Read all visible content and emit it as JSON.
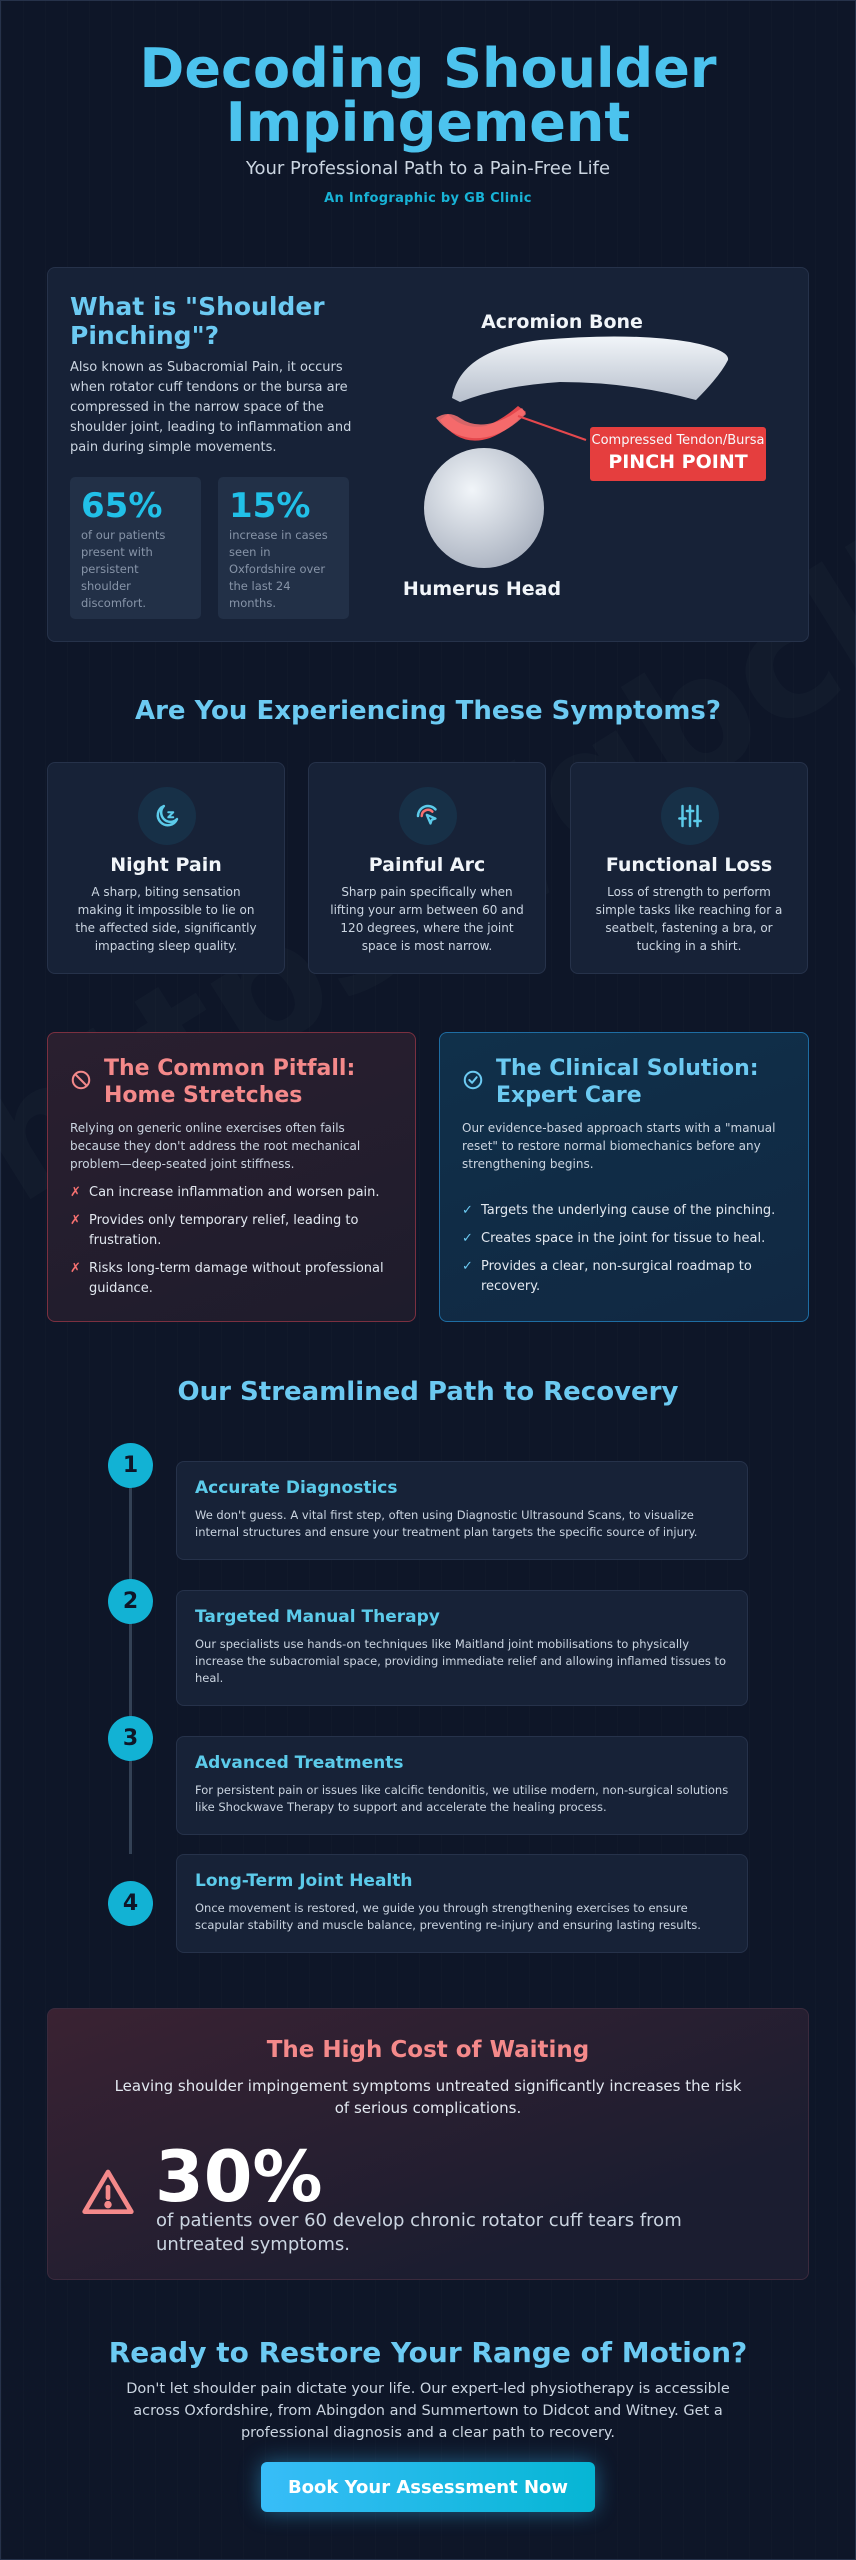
{
  "header": {
    "title_line1": "Decoding Shoulder",
    "title_line2": "Impingement",
    "subtitle": "Your Professional Path to a Pain-Free Life",
    "byline": "An Infographic by GB Clinic"
  },
  "watermark": "https://gbclinic.co.uk",
  "what": {
    "title": "What is \"Shoulder Pinching\"?",
    "description": "Also known as Subacromial Pain, it occurs when rotator cuff tendons or the bursa are compressed in the narrow space of the shoulder joint, leading to inflammation and pain during simple movements.",
    "stats": [
      {
        "value": "65%",
        "text": "of our patients present with persistent shoulder discomfort."
      },
      {
        "value": "15%",
        "text": "increase in cases seen in Oxfordshire over the last 24 months."
      }
    ],
    "diagram": {
      "acromion_label": "Acromion Bone",
      "tendon_label": "Compressed Tendon/Bursa",
      "pinch_label": "PINCH POINT",
      "humerus_label": "Humerus Head"
    }
  },
  "symptoms": {
    "title": "Are You Experiencing These Symptoms?",
    "items": [
      {
        "icon": "moon-icon",
        "title": "Night Pain",
        "description": "A sharp, biting sensation making it impossible to lie on the affected side, significantly impacting sleep quality."
      },
      {
        "icon": "arc-pointer-icon",
        "title": "Painful Arc",
        "description": "Sharp pain specifically when lifting your arm between 60 and 120 degrees, where the joint space is most narrow."
      },
      {
        "icon": "sliders-icon",
        "title": "Functional Loss",
        "description": "Loss of strength to perform simple tasks like reaching for a seatbelt, fastening a bra, or tucking in a shirt."
      }
    ]
  },
  "pitfall": {
    "icon": "ban-icon",
    "title": "The Common Pitfall: Home Stretches",
    "description": "Relying on generic online exercises often fails because they don't address the root mechanical problem—deep-seated joint stiffness.",
    "mark": "✗",
    "items": [
      "Can increase inflammation and worsen pain.",
      "Provides only temporary relief, leading to frustration.",
      "Risks long-term damage without professional guidance."
    ],
    "accent": "#f4898a"
  },
  "solution": {
    "icon": "check-circle-icon",
    "title": "The Clinical Solution: Expert Care",
    "description": "Our evidence-based approach starts with a \"manual reset\" to restore normal biomechanics before any strengthening begins.",
    "mark": "✓",
    "items": [
      "Targets the underlying cause of the pinching.",
      "Creates space in the joint for tissue to heal.",
      "Provides a clear, non-surgical roadmap to recovery."
    ],
    "accent": "#6ccaf2"
  },
  "path": {
    "title": "Our Streamlined Path to Recovery",
    "steps": [
      {
        "number": "1",
        "title": "Accurate Diagnostics",
        "description": "We don't guess. A vital first step, often using Diagnostic Ultrasound Scans, to visualize internal structures and ensure your treatment plan targets the specific source of injury."
      },
      {
        "number": "2",
        "title": "Targeted Manual Therapy",
        "description": "Our specialists use hands-on techniques like Maitland joint mobilisations to physically increase the subacromial space, providing immediate relief and allowing inflamed tissues to heal."
      },
      {
        "number": "3",
        "title": "Advanced Treatments",
        "description": "For persistent pain or issues like calcific tendonitis, we utilise modern, non-surgical solutions like Shockwave Therapy to support and accelerate the healing process."
      },
      {
        "number": "4",
        "title": "Long-Term Joint Health",
        "description": "Once movement is restored, we guide you through strengthening exercises to ensure scapular stability and muscle balance, preventing re-injury and ensuring lasting results."
      }
    ]
  },
  "cost": {
    "title": "The High Cost of Waiting",
    "description": "Leaving shoulder impingement symptoms untreated significantly increases the risk of serious complications.",
    "icon": "warning-triangle-icon",
    "value": "30%",
    "text": "of patients over 60 develop chronic rotator cuff tears from untreated symptoms."
  },
  "cta": {
    "title": "Ready to Restore Your Range of Motion?",
    "description": "Don't let shoulder pain dictate your life. Our expert-led physiotherapy is accessible across Oxfordshire, from Abingdon and Summertown to Didcot and Witney. Get a professional diagnosis and a clear path to recovery.",
    "button_label": "Book Your Assessment Now"
  }
}
